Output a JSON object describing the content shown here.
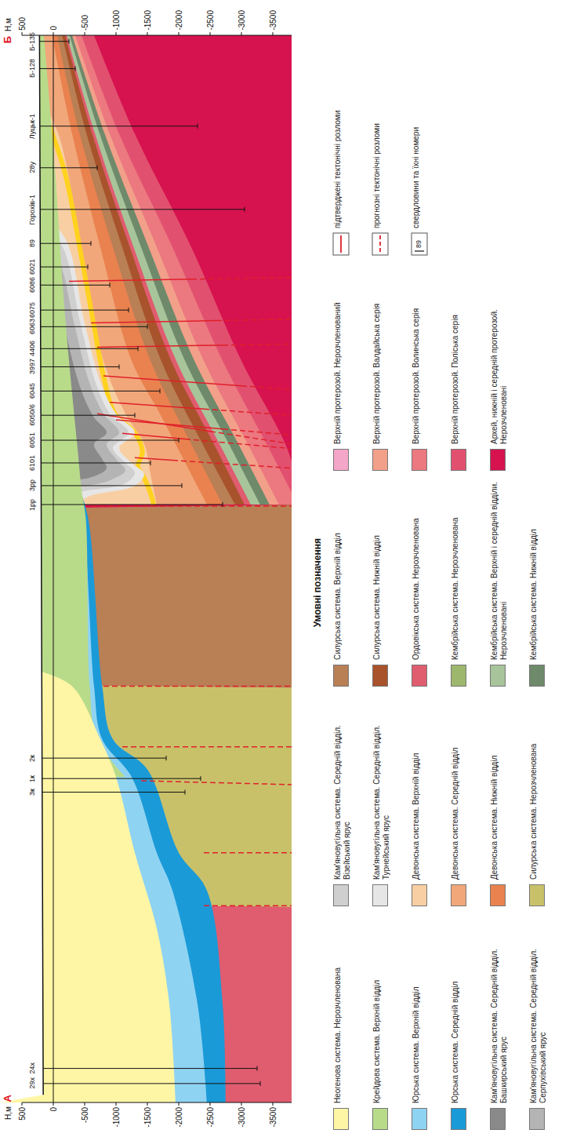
{
  "diagram": {
    "labels": [
      "H,м",
      "А",
      "500",
      "0",
      "-500",
      "-1000",
      "-1500",
      "-2000",
      "-2500",
      "-3000",
      "-3500",
      "29х",
      "24х",
      "3к",
      "1к",
      "2к",
      "1рр",
      "3рр",
      "6101",
      "6051",
      "6050/6",
      "6045",
      "3997",
      "4406",
      "6063",
      "6075",
      "6086",
      "6021",
      "89",
      "Горохів-1",
      "28у",
      "Луцьк-1",
      "Б-128",
      "Б-135",
      "H,м",
      "Б",
      "500",
      "0",
      "-500",
      "-1000",
      "-1500",
      "-2000",
      "-2500",
      "-3000",
      "-3500",
      "Умовні позначення",
      "89"
    ],
    "legend": [
      {
        "text": "Неогенова система. Нерозчленована",
        "color": "#fff6a5"
      },
      {
        "text": "Крейдова система. Верхній відділ",
        "color": "#b8db8a"
      },
      {
        "text": "Юрська система. Верхній відділ",
        "color": "#8fd3f2"
      },
      {
        "text": "Юрська система. Середній відділ",
        "color": "#1b9ad8"
      },
      {
        "text": "Кам'яновугільна система. Середній відділ. Башкирський ярус",
        "color": "#8a8a8a"
      },
      {
        "text": "Кам'яновугільна система. Середній відділ. Серпухівський ярус",
        "color": "#b4b4b4"
      },
      {
        "text": "Кам'яновугільна система. Середній відділ. Візейський ярус",
        "color": "#cfcfcf"
      },
      {
        "text": "Кам'яновугільна система. Середній відділ. Турнейський ярус",
        "color": "#e6e6e6"
      },
      {
        "text": "Девонська система. Верхній відділ",
        "color": "#f8cfa3"
      },
      {
        "text": "Девонська система. Середній відділ",
        "color": "#f1a77a"
      },
      {
        "text": "Девонська система. Нижній відділ",
        "color": "#e9824f"
      },
      {
        "text": "Силурська система. Нерозчленована",
        "color": "#c9c16a"
      },
      {
        "text": "Силурська система. Верхній відділ",
        "color": "#b97f55"
      },
      {
        "text": "Силурська система. Нижній відділ",
        "color": "#a8532b"
      },
      {
        "text": "Ордовікська система. Нерозчленована",
        "color": "#e05c6f"
      },
      {
        "text": "Кембрійська система. Нерозчленована",
        "color": "#9db86d"
      },
      {
        "text": "Кембрійська система. Верхній і середній відділи. Нерозчленовані",
        "color": "#a8c49b"
      },
      {
        "text": "Кембрійська система. Нижній відділ",
        "color": "#6e8a6b"
      },
      {
        "text": "Верхній протерозой. Нерозчленований",
        "color": "#f4a6c8"
      },
      {
        "text": "Верхній протерозой. Валдайська серія",
        "color": "#f2a08a"
      },
      {
        "text": "Верхній протерозой. Волинська серія",
        "color": "#ec7880"
      },
      {
        "text": "Верхній протерозой. Поліська серія",
        "color": "#e2506f"
      },
      {
        "text": "Архей, нижній і середній протерозой. Нерозчленовані",
        "color": "#d6124f"
      },
      {
        "text": "підтверджені тектонічні розломи"
      },
      {
        "text": "прогнозні тектонічні розломи"
      },
      {
        "text": "свердловини та їхні номери"
      }
    ]
  }
}
